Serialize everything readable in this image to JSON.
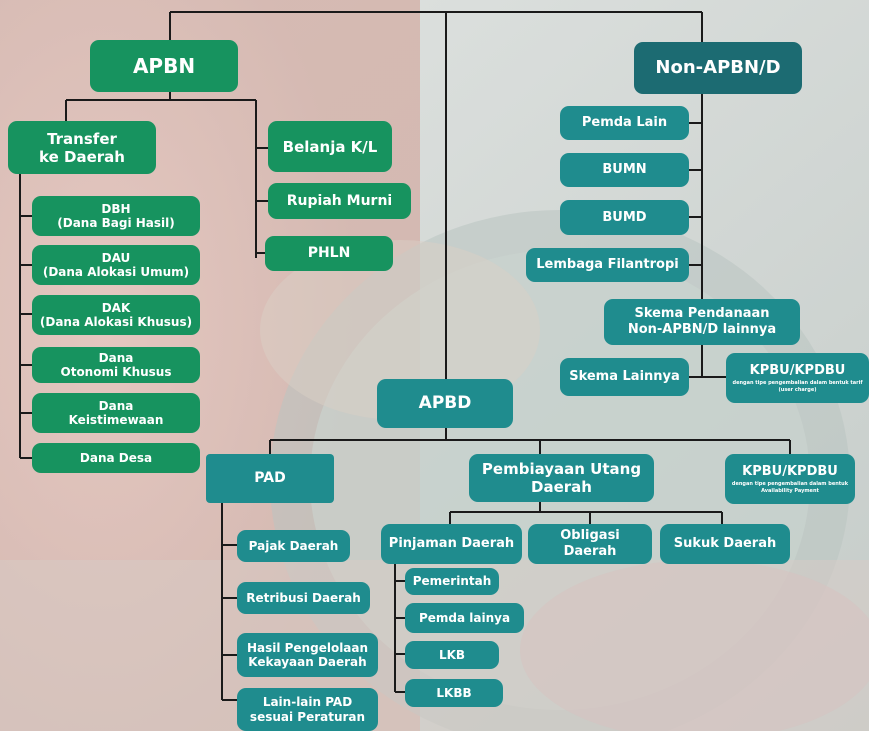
{
  "nodes": {
    "apbn": "APBN",
    "non_apbn": "Non-APBN/D",
    "transfer_ke_daerah": "Transfer\nke Daerah",
    "belanja_kl": "Belanja K/L",
    "rupiah_murni": "Rupiah Murni",
    "phln": "PHLN",
    "dbh": "DBH\n(Dana Bagi Hasil)",
    "dau": "DAU\n(Dana Alokasi Umum)",
    "dak": "DAK\n(Dana Alokasi Khusus)",
    "dana_otsus": "Dana\nOtonomi Khusus",
    "dana_keistimewaan": "Dana\nKeistimewaan",
    "dana_desa": "Dana Desa",
    "pemda_lain": "Pemda Lain",
    "bumn": "BUMN",
    "bumd": "BUMD",
    "lembaga_filantropi": "Lembaga Filantropi",
    "skema_pendanaan": "Skema Pendanaan\nNon-APBN/D lainnya",
    "skema_lainnya": "Skema Lainnya",
    "kpbu_1": {
      "title": "KPBU/KPDBU",
      "note": "dengan tipe pengembalian dalam bentuk tarif (user charge)"
    },
    "apbd": "APBD",
    "pad": "PAD",
    "pembiayaan_utang": "Pembiayaan Utang\nDaerah",
    "kpbu_2": {
      "title": "KPBU/KPDBU",
      "note": "dengan tipe pengembalian dalam bentuk Availability Payment"
    },
    "pajak_daerah": "Pajak Daerah",
    "retribusi_daerah": "Retribusi Daerah",
    "hasil_pengelolaan": "Hasil Pengelolaan\nKekayaan Daerah",
    "lain_lain_pad": "Lain-lain PAD\nsesuai Peraturan",
    "pinjaman_daerah": "Pinjaman Daerah",
    "obligasi_daerah": "Obligasi Daerah",
    "sukuk_daerah": "Sukuk Daerah",
    "pemerintah": "Pemerintah",
    "pemda_lainya": "Pemda lainya",
    "lkb": "LKB",
    "lkbb": "LKBB"
  },
  "colors": {
    "green": "#17935f",
    "teal": "#1f8c8e",
    "dark_teal": "#1c6b72",
    "connector": "#1a1a1a"
  }
}
